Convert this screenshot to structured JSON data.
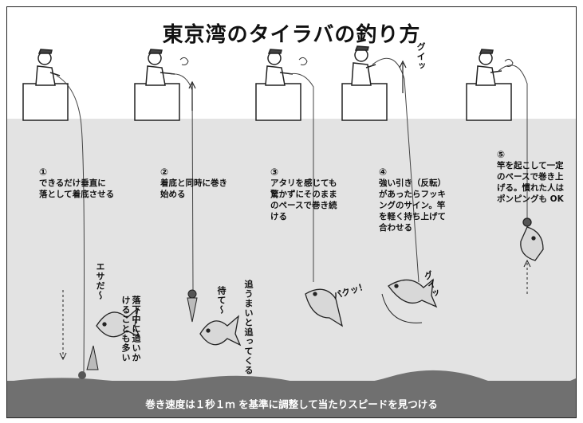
{
  "title": "東京湾のタイラバの釣り方",
  "steps": [
    {
      "num": "①",
      "text": "できるだけ垂直に\n落として着底させる"
    },
    {
      "num": "②",
      "text": "着底と同時に巻き\n始める"
    },
    {
      "num": "③",
      "text": "アタリを感じても\n驚かずにそのまま\nのペースで巻き続\nける"
    },
    {
      "num": "④",
      "text": "強い引き（反転）\nがあったらフッキ\nングのサイン。竿\nを軽く持ち上げて\n合わせる"
    },
    {
      "num": "⑤",
      "text": "竿を起こして一定\nのペースで巻き上\nげる。慣れた人は\nポンピングも OK"
    }
  ],
  "annotations": {
    "esa": "エサだ～",
    "falling": "落下中に追いかけることも多い",
    "chasing": "追うまいと追ってくる",
    "matte": "待て～",
    "pakutsu": "パクッ！",
    "gui_top": "グイッ",
    "gui_fish": "グイッ"
  },
  "footer": "巻き速度は１秒１ｍ を基準に調整して当たりスピードを見つける"
}
